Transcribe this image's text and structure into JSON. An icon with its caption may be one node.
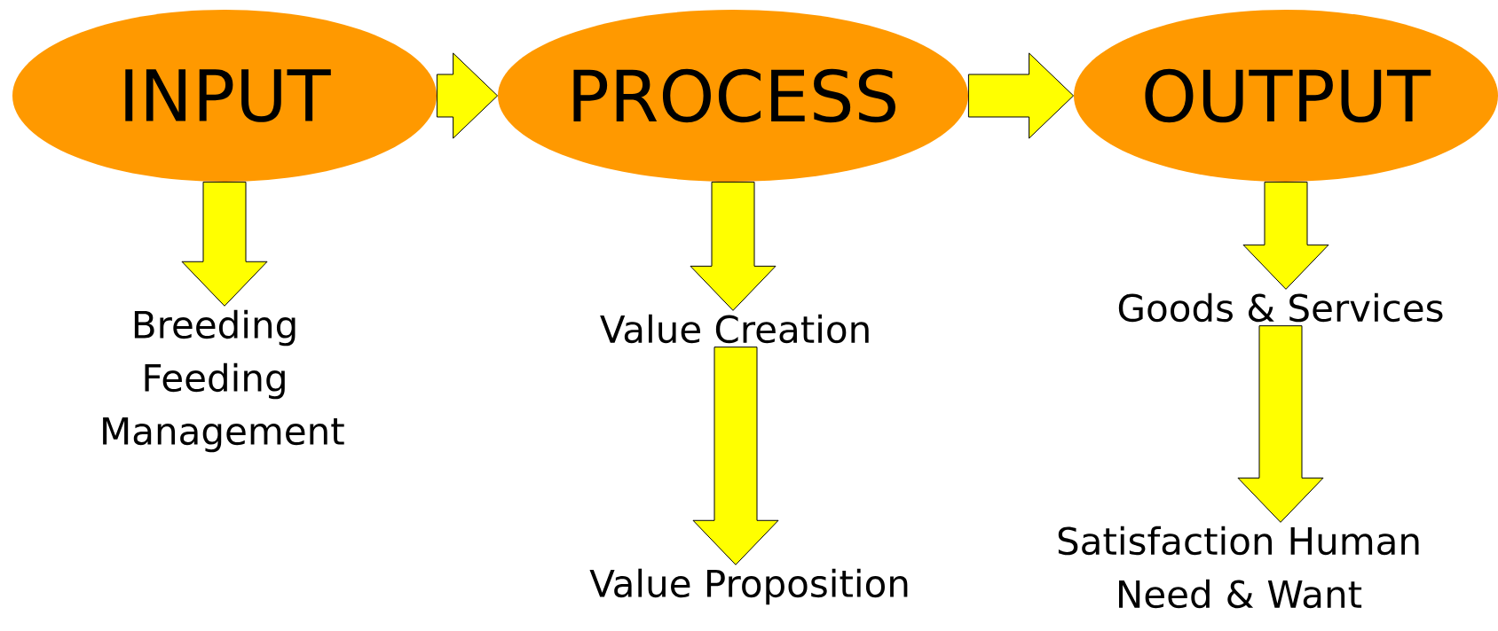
{
  "diagram": {
    "nodes": [
      {
        "text": [
          "INPUT"
        ]
      },
      {
        "text": [
          "PROCESS"
        ]
      },
      {
        "text": [
          "OUTPUT"
        ]
      },
      {
        "text": [
          "Breeding Feeding Management"
        ]
      },
      {
        "text": [
          "Value Creation"
        ]
      },
      {
        "text": [
          "Value Proposition"
        ]
      },
      {
        "text": [
          "Goods & Services"
        ]
      },
      {
        "text": [
          "Satisfaction Human Need & Want"
        ]
      }
    ],
    "edges": [
      {
        "from": 0,
        "to": 1,
        "arrow": "to"
      },
      {
        "from": 1,
        "to": 2,
        "arrow": "to"
      },
      {
        "from": 0,
        "to": 3,
        "arrow": "to"
      },
      {
        "from": 1,
        "to": 4,
        "arrow": "to"
      },
      {
        "from": 4,
        "to": 5,
        "arrow": "to"
      },
      {
        "from": 2,
        "to": 6,
        "arrow": "to"
      },
      {
        "from": 6,
        "to": 7,
        "arrow": "to"
      }
    ]
  }
}
